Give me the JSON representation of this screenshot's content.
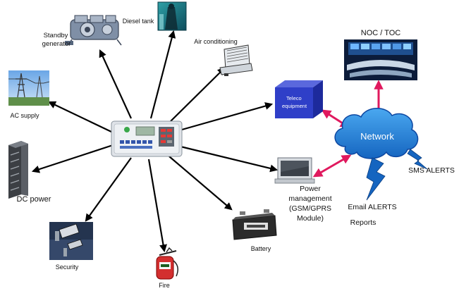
{
  "nodes": {
    "standby_generator": {
      "line1": "Standby",
      "line2": "generator",
      "icon": "engine-icon"
    },
    "diesel_tank": {
      "label": "Diesel tank",
      "icon": "diesel-tank-icon"
    },
    "air_conditioning": {
      "label": "Air conditioning",
      "icon": "air-conditioner-icon"
    },
    "ac_supply": {
      "label": "AC supply",
      "icon": "power-pylon-icon"
    },
    "dc_power": {
      "label": "DC power",
      "icon": "rectifier-rack-icon"
    },
    "security": {
      "label": "Security",
      "icon": "cctv-camera-icon"
    },
    "fire": {
      "label": "Fire",
      "icon": "fire-extinguisher-icon"
    },
    "battery": {
      "label": "Battery",
      "icon": "battery-icon"
    },
    "teleco_equipment": {
      "line1": "Teleco",
      "line2": "equipment",
      "icon": "teleco-cabinet-icon"
    },
    "power_management": {
      "line1": "Power",
      "line2": "management",
      "line3": "(GSM/GPRS",
      "line4": "Module)",
      "icon": "computer-monitor-icon"
    },
    "noc_toc": {
      "label": "NOC / TOC",
      "icon": "control-room-icon"
    },
    "network": {
      "label": "Network",
      "icon": "cloud-icon"
    },
    "controller": {
      "icon": "controller-unit-icon"
    }
  },
  "alerts": {
    "sms": "SMS ALERTS",
    "email": "Email ALERTS",
    "reports": "Reports"
  },
  "colors": {
    "arrow": "#000000",
    "link": "#e0195e",
    "cloud_fill": "#1e88e5",
    "cloud_stroke": "#0d47a1",
    "bolt": "#1565c0",
    "teleco_box": "#2f3fc8"
  }
}
